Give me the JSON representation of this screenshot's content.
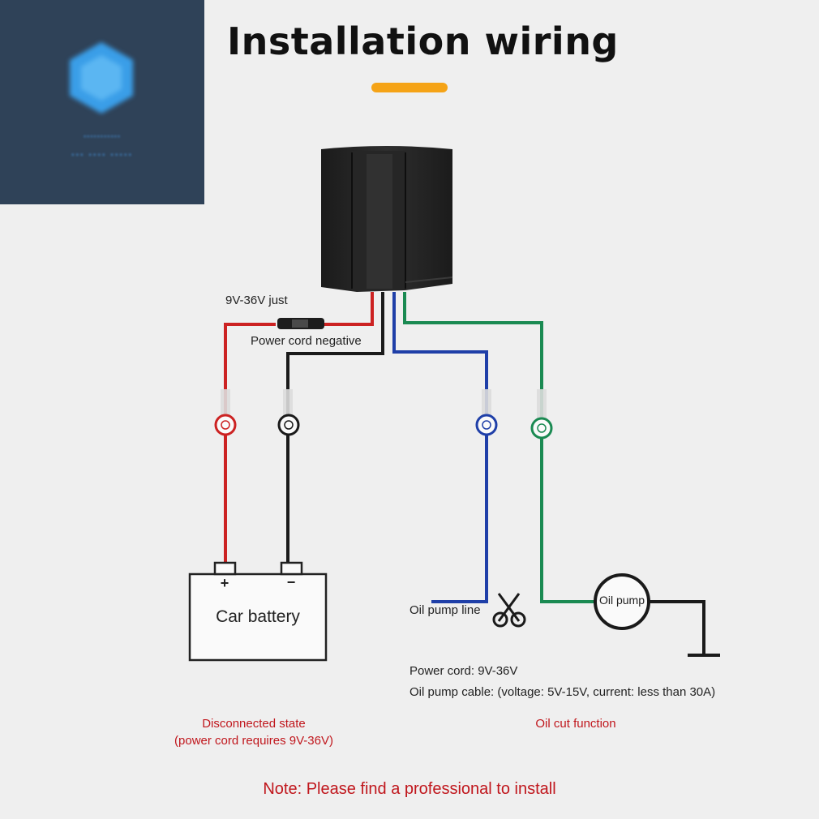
{
  "title": "Installation wiring",
  "labels": {
    "fuse": "9V-36V just",
    "power_negative": "Power cord negative",
    "battery": "Car battery",
    "oil_pump_line": "Oil pump line",
    "oil_pump": "Oil pump",
    "power_cord_spec": "Power cord: 9V-36V",
    "oil_pump_cable_spec": "Oil pump cable: (voltage: 5V-15V, current: less than 30A)",
    "disconnected_line1": "Disconnected state",
    "disconnected_line2": "(power cord requires 9V-36V)",
    "oil_cut_function": "Oil cut function",
    "note": "Note: Please find a professional to install"
  },
  "colors": {
    "accent": "#f5a316",
    "wire_red": "#cc2222",
    "wire_black": "#1a1a1a",
    "wire_blue": "#1f3fa8",
    "wire_green": "#1a8a52",
    "caption_red": "#c0161c"
  },
  "icons": [
    "relay-device-icon",
    "fuse-icon",
    "scissors-icon",
    "ground-icon",
    "ring-terminal-icon"
  ]
}
